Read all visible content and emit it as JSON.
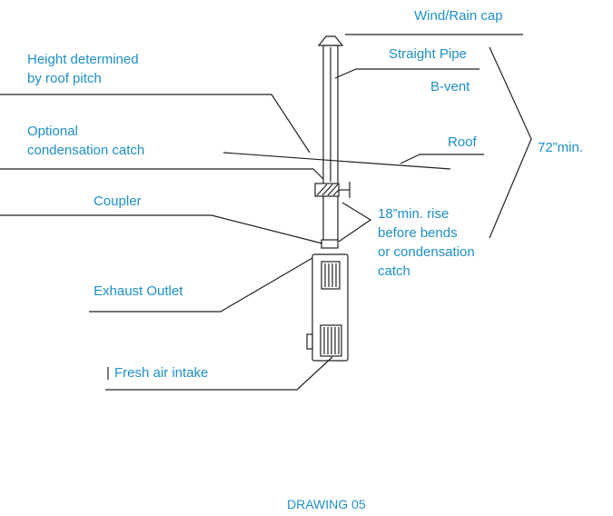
{
  "labels": {
    "wind_rain_cap": "Wind/Rain cap",
    "straight_pipe": "Straight Pipe",
    "b_vent": "B-vent",
    "height_line1": "Height determined",
    "height_line2": "by roof pitch",
    "optional_line1": "Optional",
    "optional_line2": "condensation catch",
    "roof": "Roof",
    "min_72": "72”min.",
    "coupler": "Coupler",
    "rise_line1": "18”min. rise",
    "rise_line2": "before bends",
    "rise_line3": "or condensation",
    "rise_line4": "catch",
    "exhaust_outlet": "Exhaust Outlet",
    "fresh_air": "Fresh air intake",
    "drawing_title": "DRAWING 05"
  },
  "colors": {
    "label": "#1f8fc7",
    "line": "#222222"
  }
}
